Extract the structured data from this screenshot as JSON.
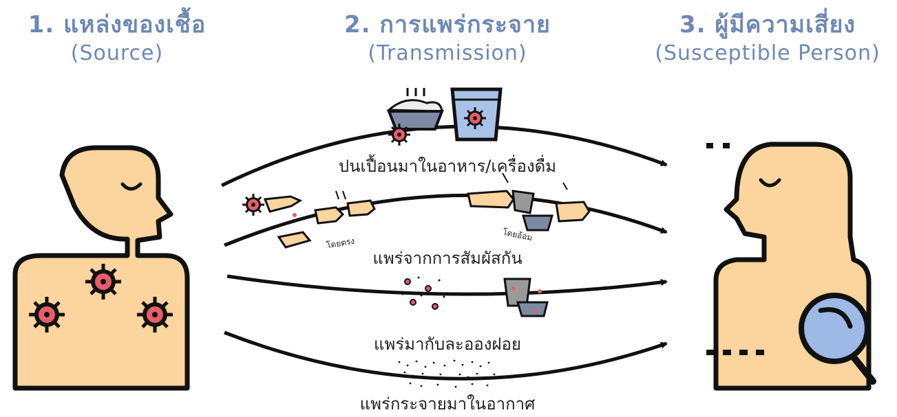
{
  "headings": {
    "source": {
      "title": "1. แหล่งของเชื้อ",
      "subtitle": "(Source)"
    },
    "transmission": {
      "title": "2. การแพร่กระจาย",
      "subtitle": "(Transmission)"
    },
    "susceptible": {
      "title": "3. ผู้มีความเสี่ยง",
      "subtitle": "(Susceptible Person)"
    }
  },
  "routes": [
    {
      "label": "ปนเปื้อนมาในอาหาร/เครื่องดื่ม"
    },
    {
      "label": "แพร่จากการสัมผัสกัน",
      "direct": "โดยตรง",
      "indirect": "โดยอ้อม"
    },
    {
      "label": "แพร่มากับละอองฝอย"
    },
    {
      "label": "แพร่กระจายมาในอากาศ"
    }
  ],
  "colors": {
    "heading": "#6f88b4",
    "skin": "#fbd49e",
    "outline": "#111111",
    "virus": "#e85d6a",
    "cup": "#a9c3e8",
    "magnifier": "#9db9e6"
  }
}
